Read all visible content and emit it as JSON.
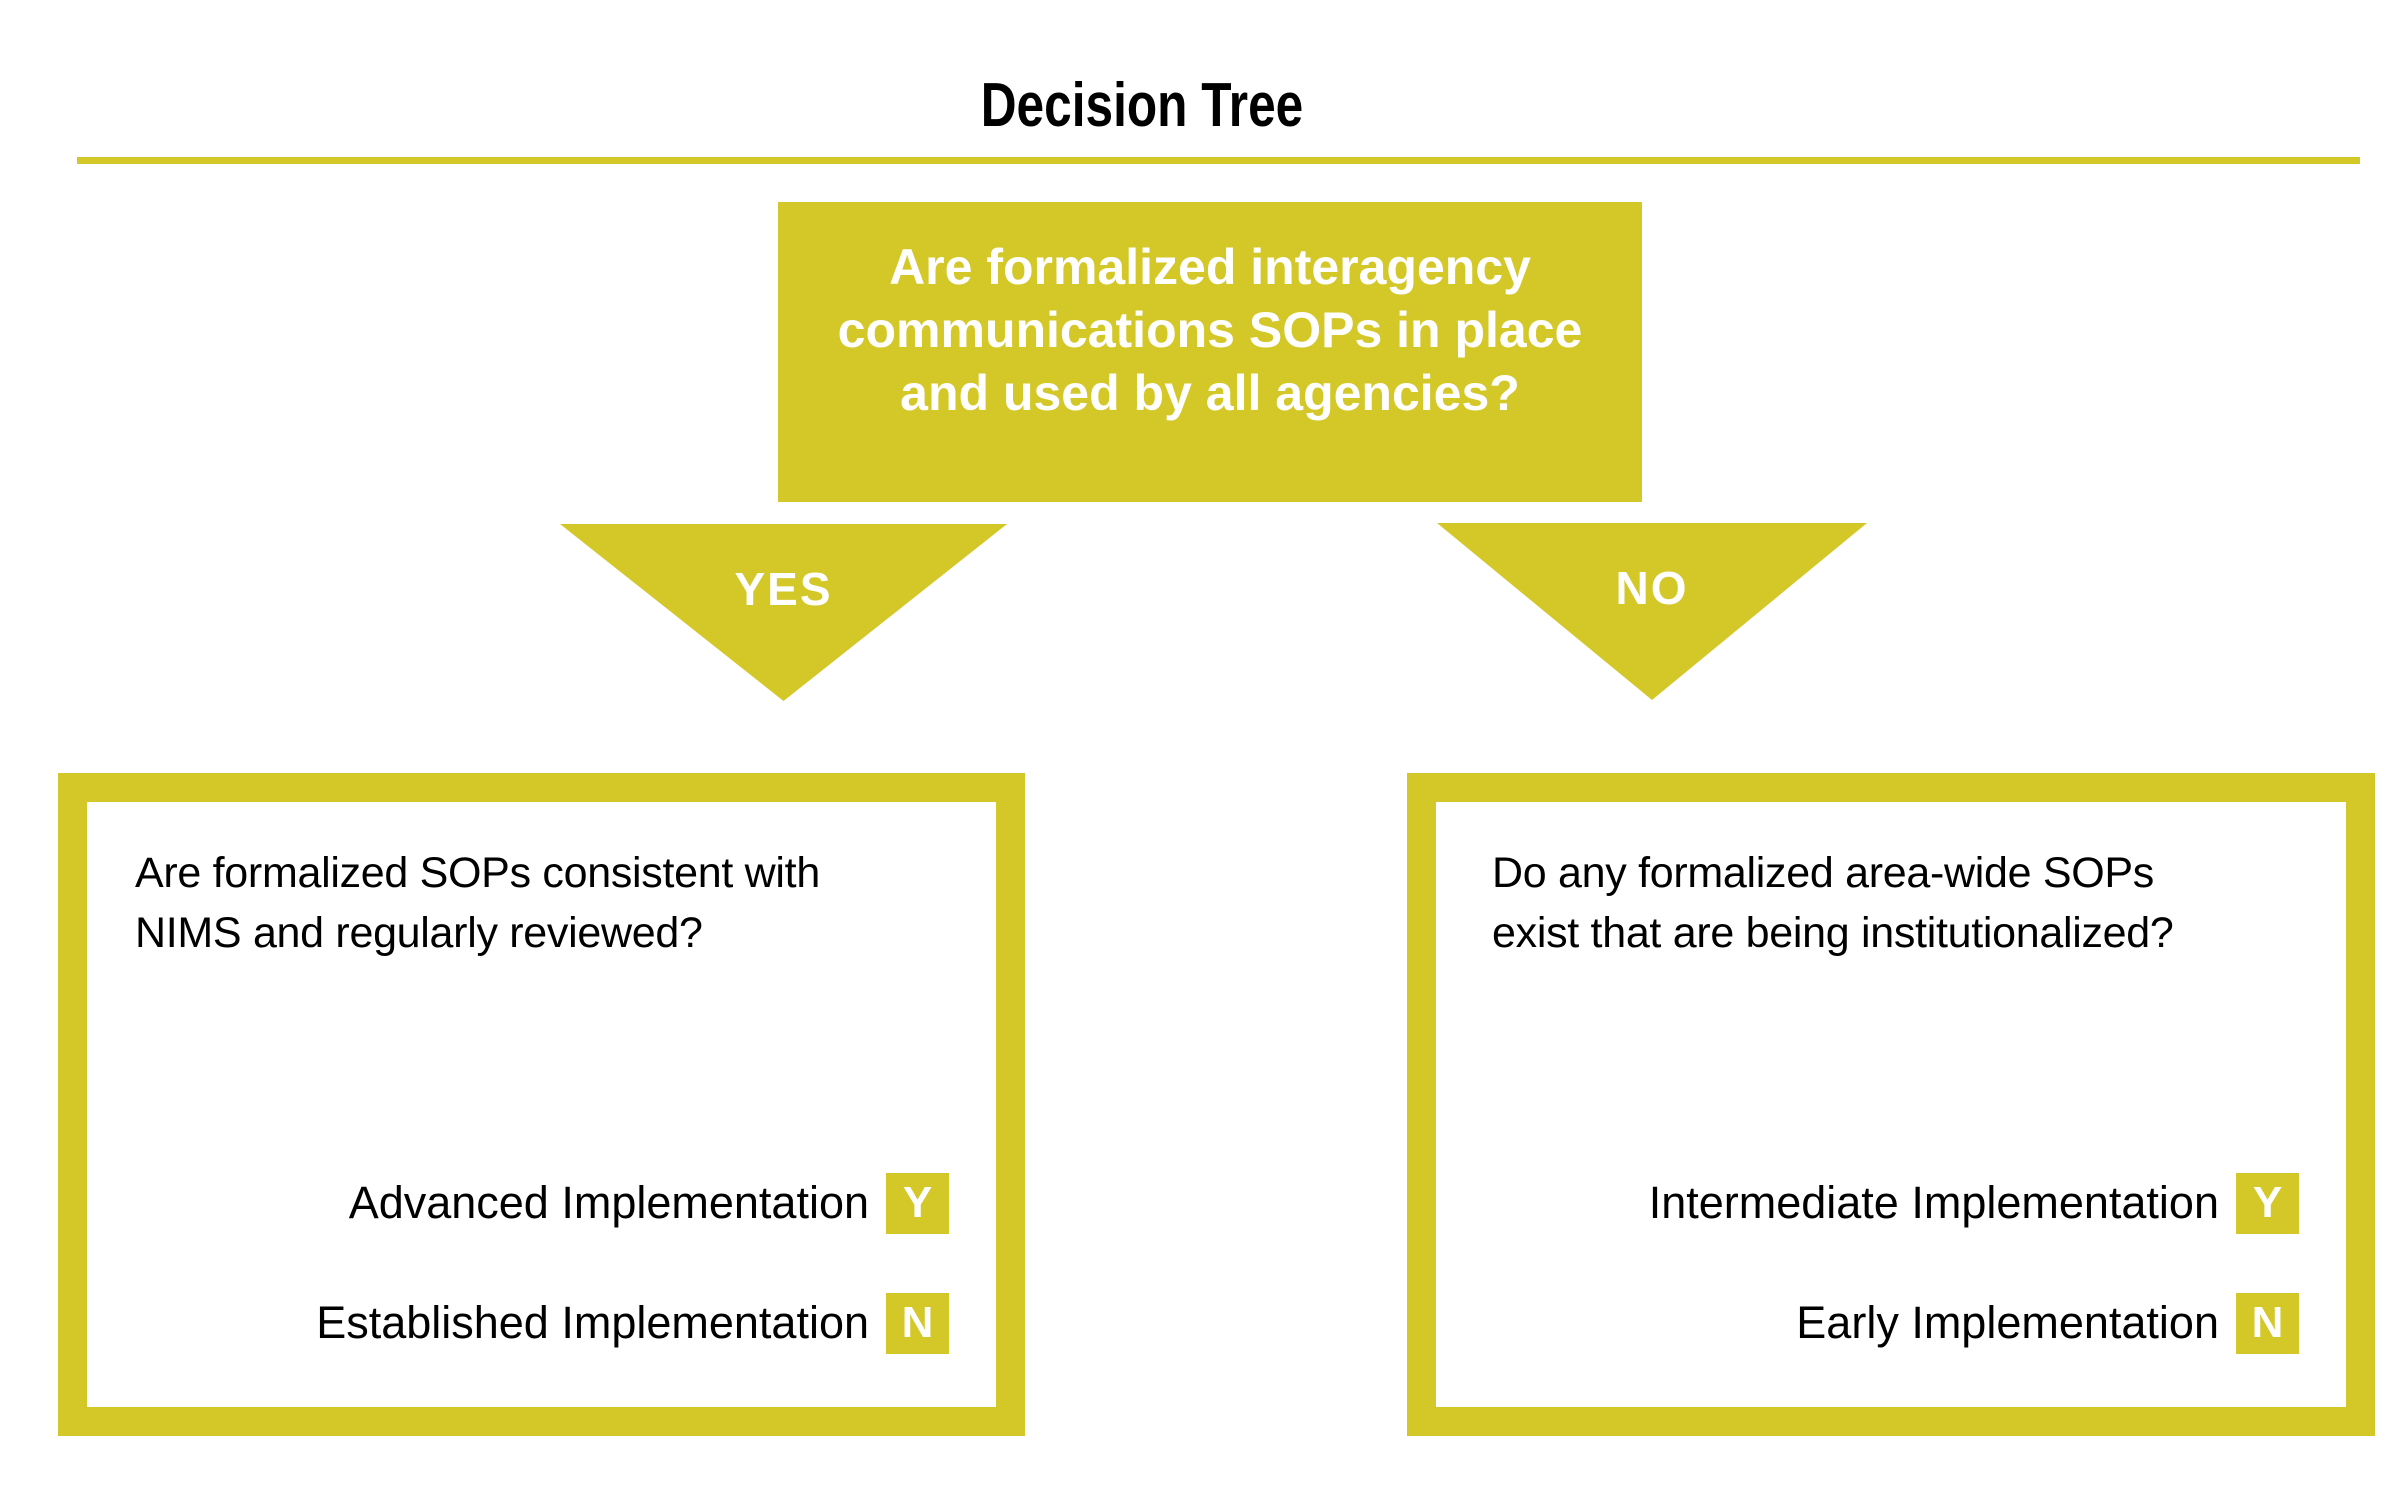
{
  "title": "Decision Tree",
  "colors": {
    "accent_yellow": "#d4c728",
    "text_black": "#000000",
    "inverse_text_white": "#ffffff"
  },
  "root_question": {
    "lines": [
      "Are formalized interagency",
      "communications SOPs in place",
      "and used by all agencies?"
    ]
  },
  "branches": [
    {
      "answer_label": "YES",
      "question_lines": [
        "Are formalized SOPs consistent with",
        "NIMS and regularly reviewed?"
      ],
      "outcomes": [
        {
          "label": "Advanced Implementation",
          "badge": "Y"
        },
        {
          "label": "Established Implementation",
          "badge": "N"
        }
      ]
    },
    {
      "answer_label": "NO",
      "question_lines": [
        "Do any formalized area-wide SOPs",
        "exist that are being institutionalized?"
      ],
      "outcomes": [
        {
          "label": "Intermediate Implementation",
          "badge": "Y"
        },
        {
          "label": "Early Implementation",
          "badge": "N"
        }
      ]
    }
  ]
}
